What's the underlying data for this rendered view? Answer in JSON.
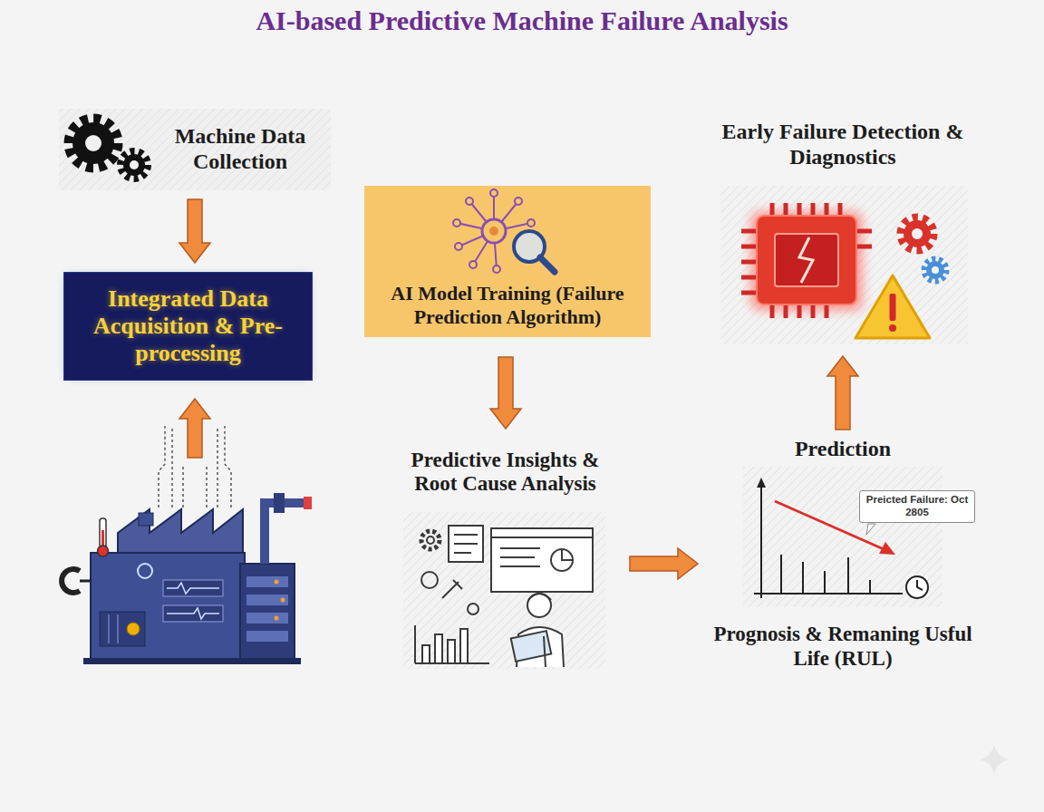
{
  "diagram": {
    "title": "AI-based Predictive Machine Failure Analysis",
    "nodes": [
      {
        "text": [
          "Machine Data Collection"
        ]
      },
      {
        "text": [
          "Integrated Data Acquisition & Pre-processing"
        ]
      },
      {
        "text": [
          "AI Model Training (Failure Prediction Algorithm)"
        ]
      },
      {
        "text": [
          "Predictive Insights & Root Cause Analysis"
        ]
      },
      {
        "text": [
          "Prediction",
          "Prognosis & Remaning Usful Life (RUL)"
        ]
      },
      {
        "text": [
          "Early Failure Detection & Diagnostics"
        ]
      }
    ],
    "edges": [
      {
        "from": 0,
        "to": 1,
        "arrow": "to"
      },
      {
        "from": 2,
        "to": 3,
        "arrow": "to"
      },
      {
        "from": 3,
        "to": 4,
        "arrow": "to"
      },
      {
        "from": 4,
        "to": 5,
        "arrow": "to"
      }
    ],
    "labels": [
      "Preicted Failure: Oct 2805"
    ]
  }
}
